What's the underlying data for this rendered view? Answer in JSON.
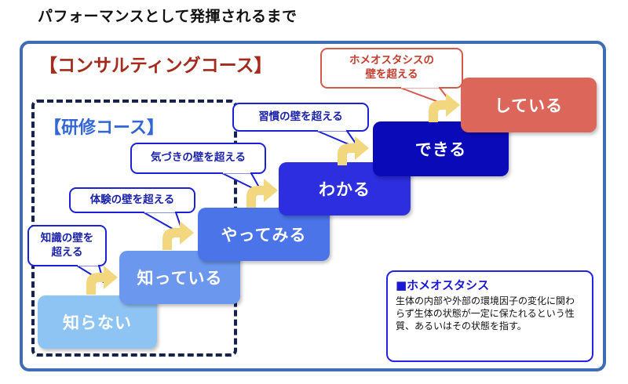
{
  "title": "パフォーマンスとして発揮されるまで",
  "consulting_label": "【コンサルティングコース】",
  "training_label": "【研修コース】",
  "steps": [
    {
      "label": "知らない",
      "color": "#8ec4f4"
    },
    {
      "label": "知っている",
      "color": "#6b97ee"
    },
    {
      "label": "やってみる",
      "color": "#4a74e8"
    },
    {
      "label": "わかる",
      "color": "#2c2ee0"
    },
    {
      "label": "できる",
      "color": "#0a0ab8"
    },
    {
      "label": "している",
      "color": "#dd665a"
    }
  ],
  "walls": [
    {
      "label": "知識の壁を\n超える",
      "line1": "知識の壁を",
      "line2": "超える"
    },
    {
      "label": "体験の壁を超える"
    },
    {
      "label": "気づきの壁を超える"
    },
    {
      "label": "習慣の壁を超える"
    },
    {
      "line1": "ホメオスタシスの",
      "line2": "壁を超える"
    }
  ],
  "note": {
    "title": "■ホメオスタシス",
    "body": "生体の内部や外部の環境因子の変化に関わらず生体の状態が一定に保たれるという性質、あるいはその状態を指す。"
  },
  "colors": {
    "frame": "#3f6db5",
    "consulting": "#a32a1c",
    "training": "#3266d6",
    "arrow": "#f3d77e",
    "bubble_blue": "#1a22d6",
    "bubble_red": "#d45a4d"
  }
}
